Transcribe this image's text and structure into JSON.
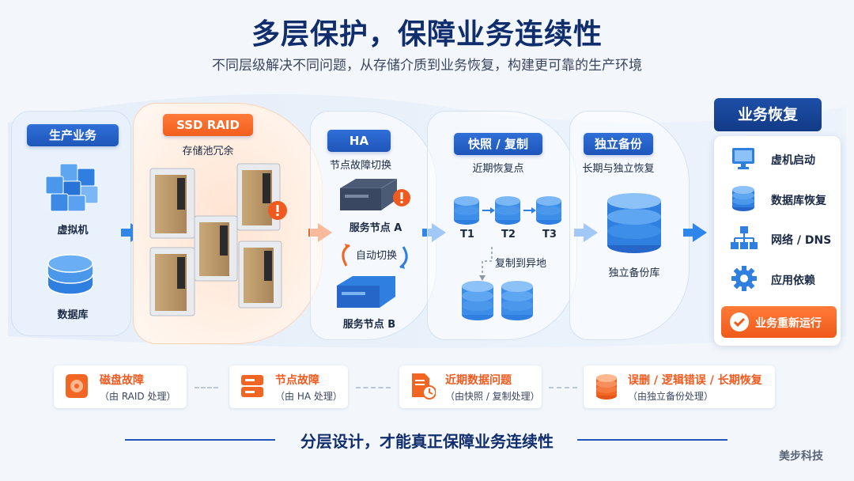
{
  "header": {
    "title": "多层保护，保障业务连续性",
    "subtitle": "不同层级解决不同问题，从存储介质到业务恢复，构建更可靠的生产环境"
  },
  "production": {
    "label": "生产业务",
    "vm_label": "虚拟机",
    "db_label": "数据库"
  },
  "raid": {
    "label": "SSD RAID",
    "caption": "存储池冗余"
  },
  "ha": {
    "label": "HA",
    "caption": "节点故障切换",
    "node_a": "服务节点 A",
    "switch": "自动切换",
    "node_b": "服务节点 B"
  },
  "snapshot": {
    "label": "快照 / 复制",
    "caption": "近期恢复点",
    "points": [
      "T1",
      "T2",
      "T3"
    ],
    "replicate": "复制到异地"
  },
  "backup": {
    "label": "独立备份",
    "caption": "长期与独立恢复",
    "store": "独立备份库"
  },
  "recovery": {
    "label": "业务恢复",
    "items": [
      "虚机启动",
      "数据库恢复",
      "网络 / DNS",
      "应用依赖"
    ],
    "resume": "业务重新运行"
  },
  "issues": [
    {
      "title": "磁盘故障",
      "sub": "（由 RAID 处理）",
      "icon": "disk-icon"
    },
    {
      "title": "节点故障",
      "sub": "（由 HA 处理）",
      "icon": "server-icon"
    },
    {
      "title": "近期数据问题",
      "sub": "（由快照 / 复制处理）",
      "icon": "document-clock-icon"
    },
    {
      "title": "误删 / 逻辑错误 / 长期恢复",
      "sub": "（由独立备份处理）",
      "icon": "database-icon"
    }
  ],
  "footer": {
    "slogan": "分层设计，才能真正保障业务连续性",
    "brand": "美步科技"
  },
  "colors": {
    "primary": "#1f56b9",
    "accent": "#f26522",
    "navy": "#102d6e"
  }
}
